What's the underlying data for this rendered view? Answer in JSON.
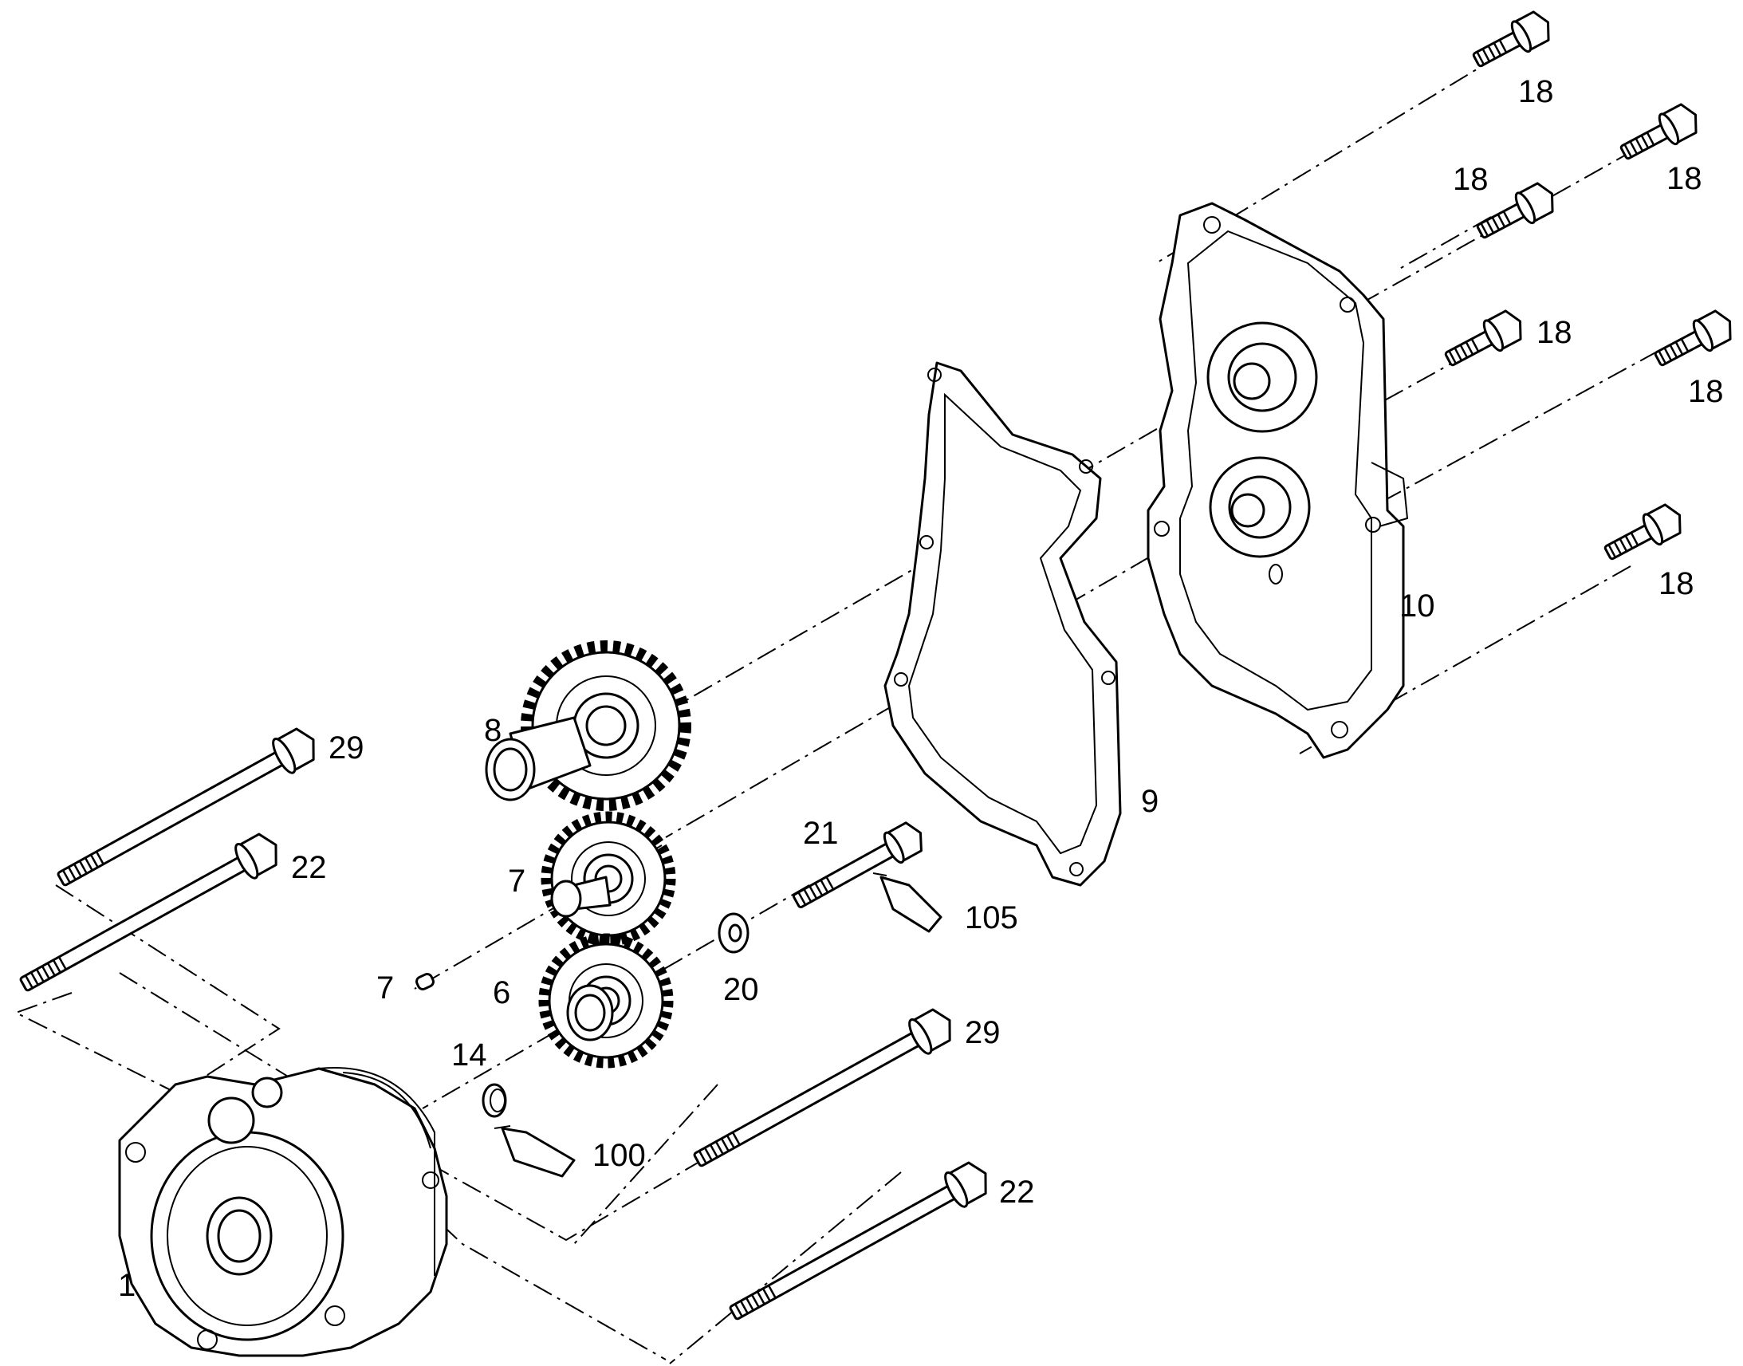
{
  "callouts": {
    "c1": "1",
    "c6": "6",
    "c7a": "7",
    "c7b": "7",
    "c8": "8",
    "c9": "9",
    "c10": "10",
    "c14": "14",
    "c18a": "18",
    "c18b": "18",
    "c18c": "18",
    "c18d": "18",
    "c18e": "18",
    "c18f": "18",
    "c20": "20",
    "c21": "21",
    "c22a": "22",
    "c22b": "22",
    "c29a": "29",
    "c29b": "29",
    "c100": "100",
    "c105": "105"
  },
  "colors": {
    "line": "#000000",
    "background": "#ffffff"
  }
}
